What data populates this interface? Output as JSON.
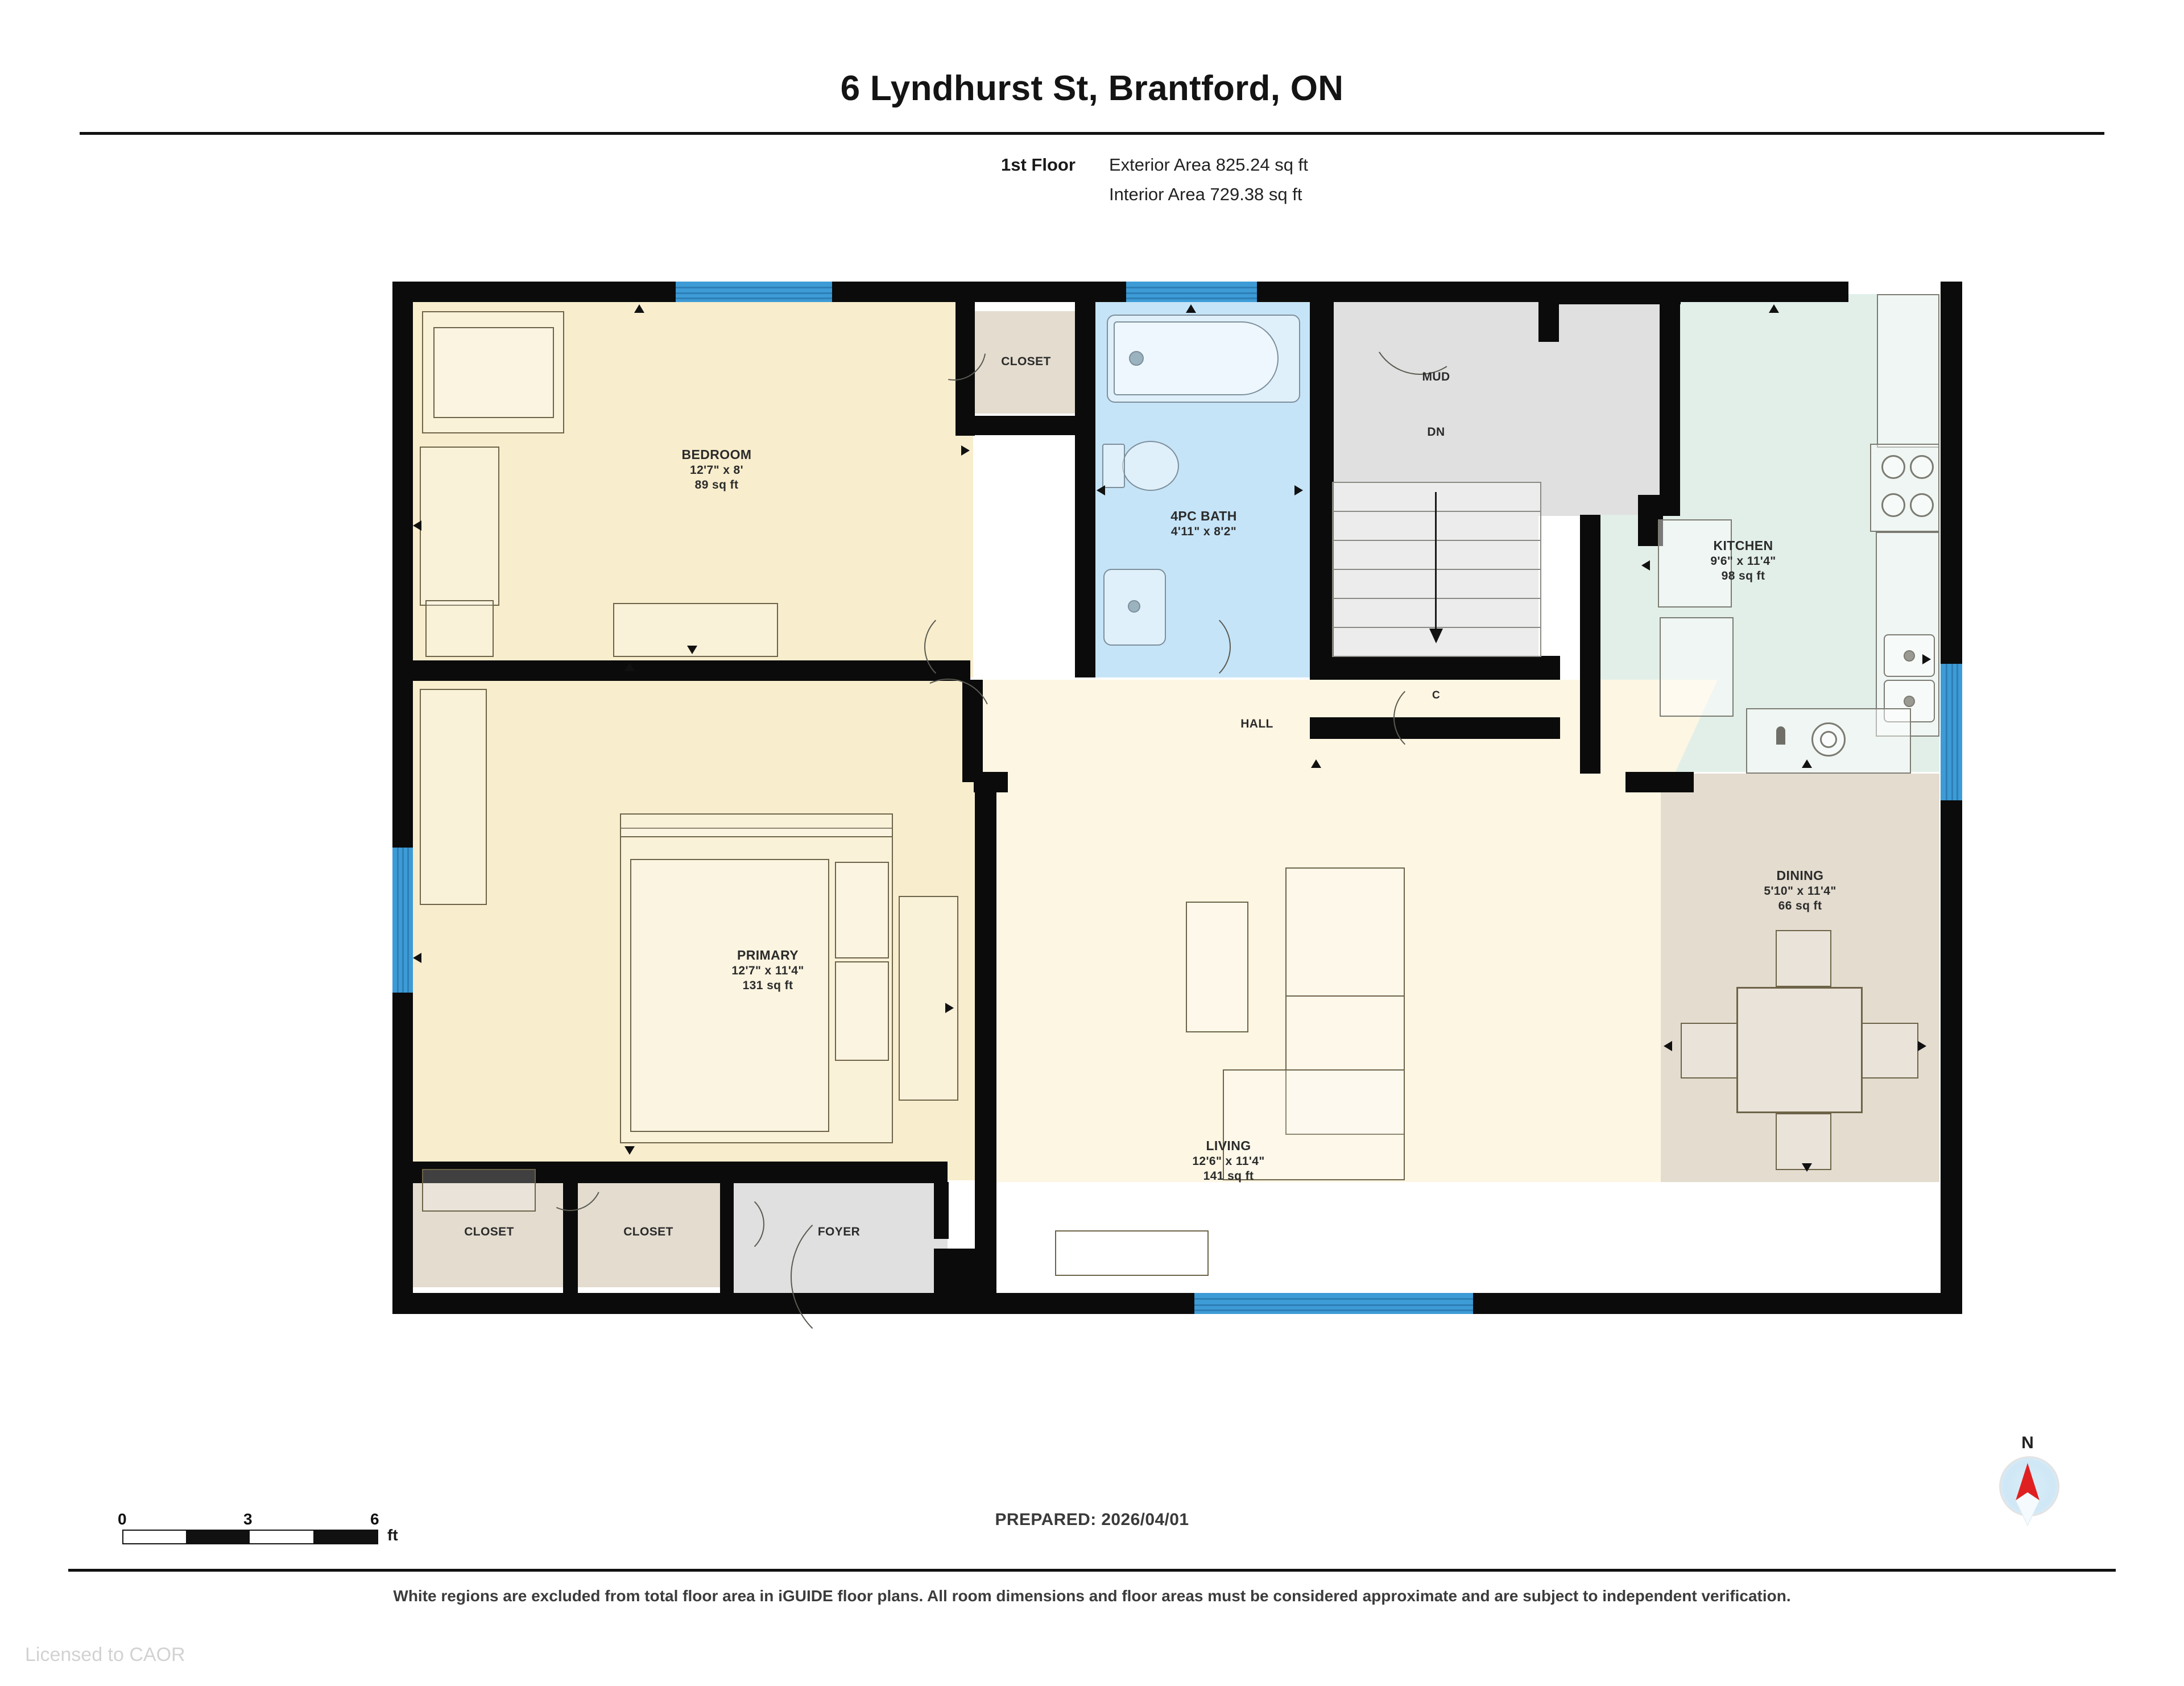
{
  "header": {
    "title": "6 Lyndhurst St, Brantford, ON",
    "floor_label": "1st Floor",
    "exterior_area": "Exterior Area 825.24 sq ft",
    "interior_area": "Interior Area 729.38 sq ft"
  },
  "rooms": {
    "bedroom": {
      "name": "BEDROOM",
      "dim": "12'7\" x 8'",
      "area": "89 sq ft"
    },
    "primary": {
      "name": "PRIMARY",
      "dim": "12'7\" x 11'4\"",
      "area": "131 sq ft"
    },
    "bath": {
      "name": "4PC BATH",
      "dim": "4'11\" x 8'2\"",
      "area": ""
    },
    "kitchen": {
      "name": "KITCHEN",
      "dim": "9'6\" x 11'4\"",
      "area": "98 sq ft"
    },
    "dining": {
      "name": "DINING",
      "dim": "5'10\" x 11'4\"",
      "area": "66 sq ft"
    },
    "living": {
      "name": "LIVING",
      "dim": "12'6\" x 11'4\"",
      "area": "141 sq ft"
    },
    "hall": {
      "name": "HALL",
      "dim": "",
      "area": ""
    },
    "mud": {
      "name": "MUD",
      "dim": "",
      "area": ""
    },
    "down": {
      "name": "DN",
      "dim": "",
      "area": ""
    },
    "closet_c": {
      "name": "C",
      "dim": "",
      "area": ""
    },
    "closet_bedroom": {
      "name": "CLOSET",
      "dim": "",
      "area": ""
    },
    "closet_left": {
      "name": "CLOSET",
      "dim": "",
      "area": ""
    },
    "closet_right": {
      "name": "CLOSET",
      "dim": "",
      "area": ""
    },
    "foyer": {
      "name": "FOYER",
      "dim": "",
      "area": ""
    }
  },
  "scale": {
    "tick_0": "0",
    "tick_3": "3",
    "tick_6": "6",
    "unit": "ft"
  },
  "compass": {
    "north_label": "N"
  },
  "footer": {
    "prepared": "PREPARED: 2026/04/01",
    "disclaimer": "White regions are excluded from total floor area in iGUIDE floor plans. All room dimensions and floor areas must be considered approximate and are subject to independent verification.",
    "licensed": "Licensed to CAOR"
  },
  "colors": {
    "wall": "#0b0b0b",
    "window": "#3d9bd6",
    "bedroom_fill": "#f8edcd",
    "hall_fill": "#fdf6e3",
    "kitchen_fill": "#e2efe9",
    "dining_fill": "#e3dccf",
    "grey_fill": "#e0e0e0",
    "bath_fill": "#c6e4f7",
    "compass_needle": "#e02020"
  }
}
